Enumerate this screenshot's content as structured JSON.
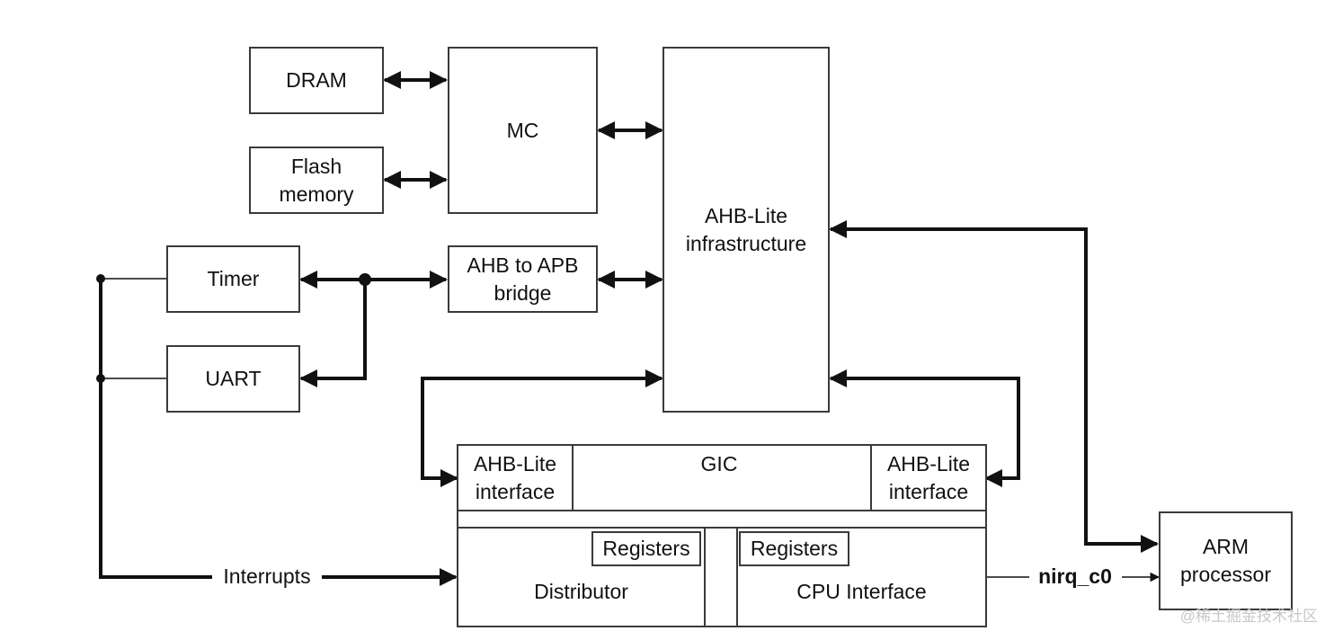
{
  "blocks": {
    "dram": "DRAM",
    "flash_line1": "Flash",
    "flash_line2": "memory",
    "mc": "MC",
    "ahb_lite_line1": "AHB-Lite",
    "ahb_lite_line2": "infrastructure",
    "bridge_line1": "AHB to APB",
    "bridge_line2": "bridge",
    "timer": "Timer",
    "uart": "UART",
    "arm_line1": "ARM",
    "arm_line2": "processor"
  },
  "gic": {
    "title": "GIC",
    "left_if_line1": "AHB-Lite",
    "left_if_line2": "interface",
    "right_if_line1": "AHB-Lite",
    "right_if_line2": "interface",
    "distributor": "Distributor",
    "cpu_interface": "CPU Interface",
    "registers_left": "Registers",
    "registers_right": "Registers"
  },
  "signals": {
    "interrupts": "Interrupts",
    "nirq": "nirq_c0"
  },
  "watermark": "@稀土掘金技术社区"
}
